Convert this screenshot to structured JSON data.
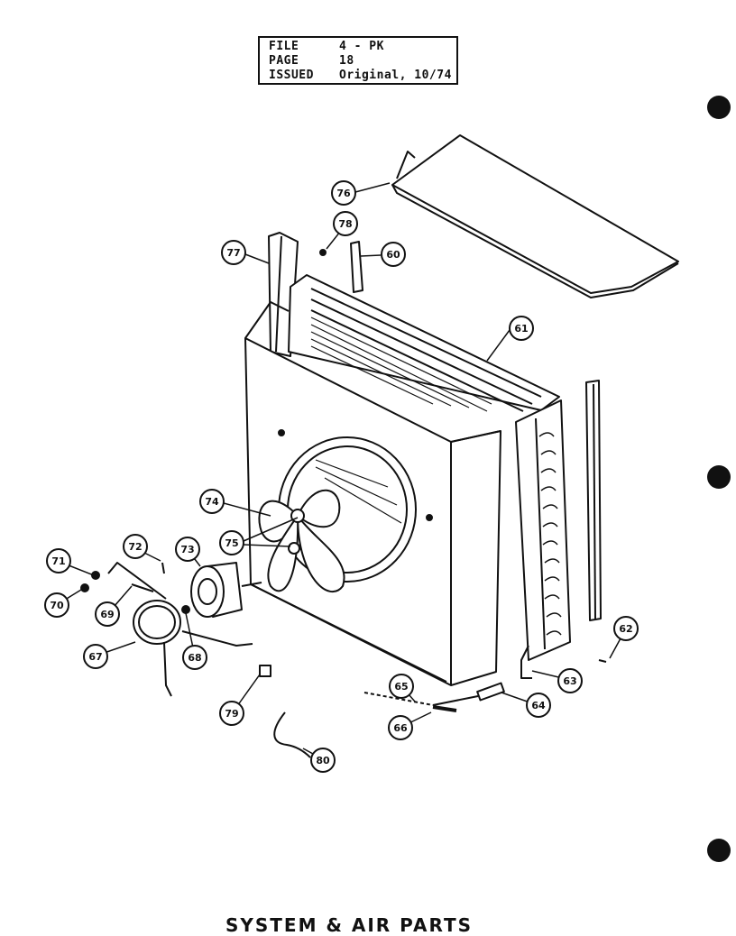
{
  "info_box": {
    "file_label": "FILE",
    "file_value": "4 - PK",
    "page_label": "PAGE",
    "page_value": "18",
    "issued_label": "ISSUED",
    "issued_value": "Original, 10/74"
  },
  "callouts": [
    "76",
    "78",
    "77",
    "60",
    "61",
    "74",
    "75",
    "73",
    "72",
    "71",
    "70",
    "69",
    "67",
    "68",
    "79",
    "65",
    "66",
    "80",
    "64",
    "63",
    "62"
  ],
  "footer_title": "SYSTEM & AIR PARTS",
  "colors": {
    "ink": "#111111",
    "paper": "#ffffff"
  }
}
